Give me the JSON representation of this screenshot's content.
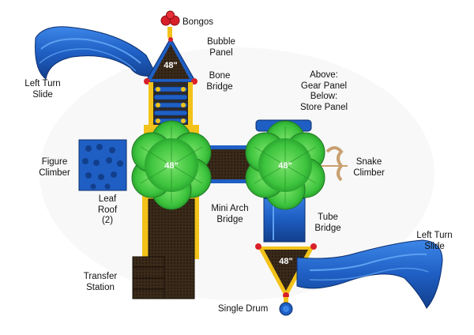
{
  "labels": {
    "bongos": "Bongos",
    "bubble_panel_1": "Bubble",
    "bubble_panel_2": "Panel",
    "bone_bridge_1": "Bone",
    "bone_bridge_2": "Bridge",
    "left_turn_slide_top_1": "Left Turn",
    "left_turn_slide_top_2": "Slide",
    "above_gear_1": "Above:",
    "above_gear_2": "Gear Panel",
    "below_store_1": "Below:",
    "below_store_2": "Store Panel",
    "figure_climber_1": "Figure",
    "figure_climber_2": "Climber",
    "snake_climber_1": "Snake",
    "snake_climber_2": "Climber",
    "leaf_roof_1": "Leaf",
    "leaf_roof_2": "Roof",
    "leaf_roof_3": "(2)",
    "mini_arch_1": "Mini Arch",
    "mini_arch_2": "Bridge",
    "tube_bridge_1": "Tube",
    "tube_bridge_2": "Bridge",
    "left_turn_slide_right_1": "Left Turn",
    "left_turn_slide_right_2": "Slide",
    "transfer_station_1": "Transfer",
    "transfer_station_2": "Station",
    "single_drum": "Single Drum"
  },
  "deck_heights": {
    "top_triangle": "48\"",
    "left_roof": "48\"",
    "right_roof": "48\"",
    "bottom_triangle": "48\""
  },
  "colors": {
    "slide_blue": "#1f5fc4",
    "roof_green": "#3ec43e",
    "deck_brown": "#3a2a1a",
    "post_yellow": "#f2c21a",
    "bongo_red": "#d8202a"
  }
}
